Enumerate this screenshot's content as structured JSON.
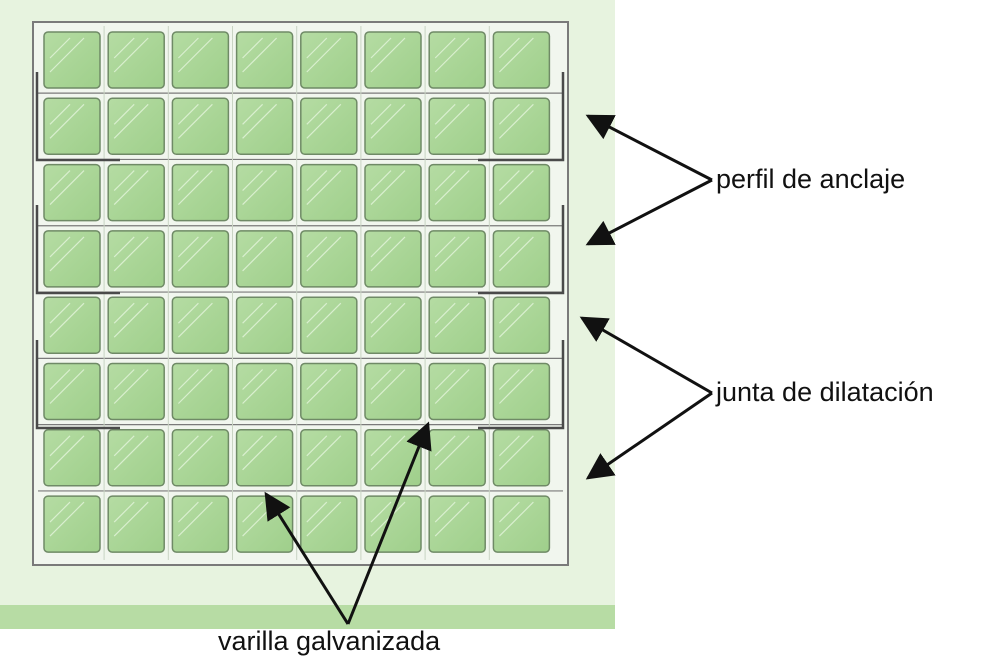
{
  "labels": {
    "perfil": "perfil de anclaje",
    "junta": "junta de dilatación",
    "varilla": "varilla galvanizada"
  },
  "grid": {
    "rows": 8,
    "cols": 8
  },
  "colors": {
    "background_panel": "#e7f3df",
    "floor_strip": "#b7dca4",
    "block_fill": "#a9d596",
    "block_border": "#6f8a66",
    "mortar": "#f1f6ee",
    "frame_line": "#7a7a7a",
    "profile_bar": "#4a4a4a",
    "arrow": "#111111"
  },
  "icons": {
    "arrow": "arrow-icon"
  }
}
